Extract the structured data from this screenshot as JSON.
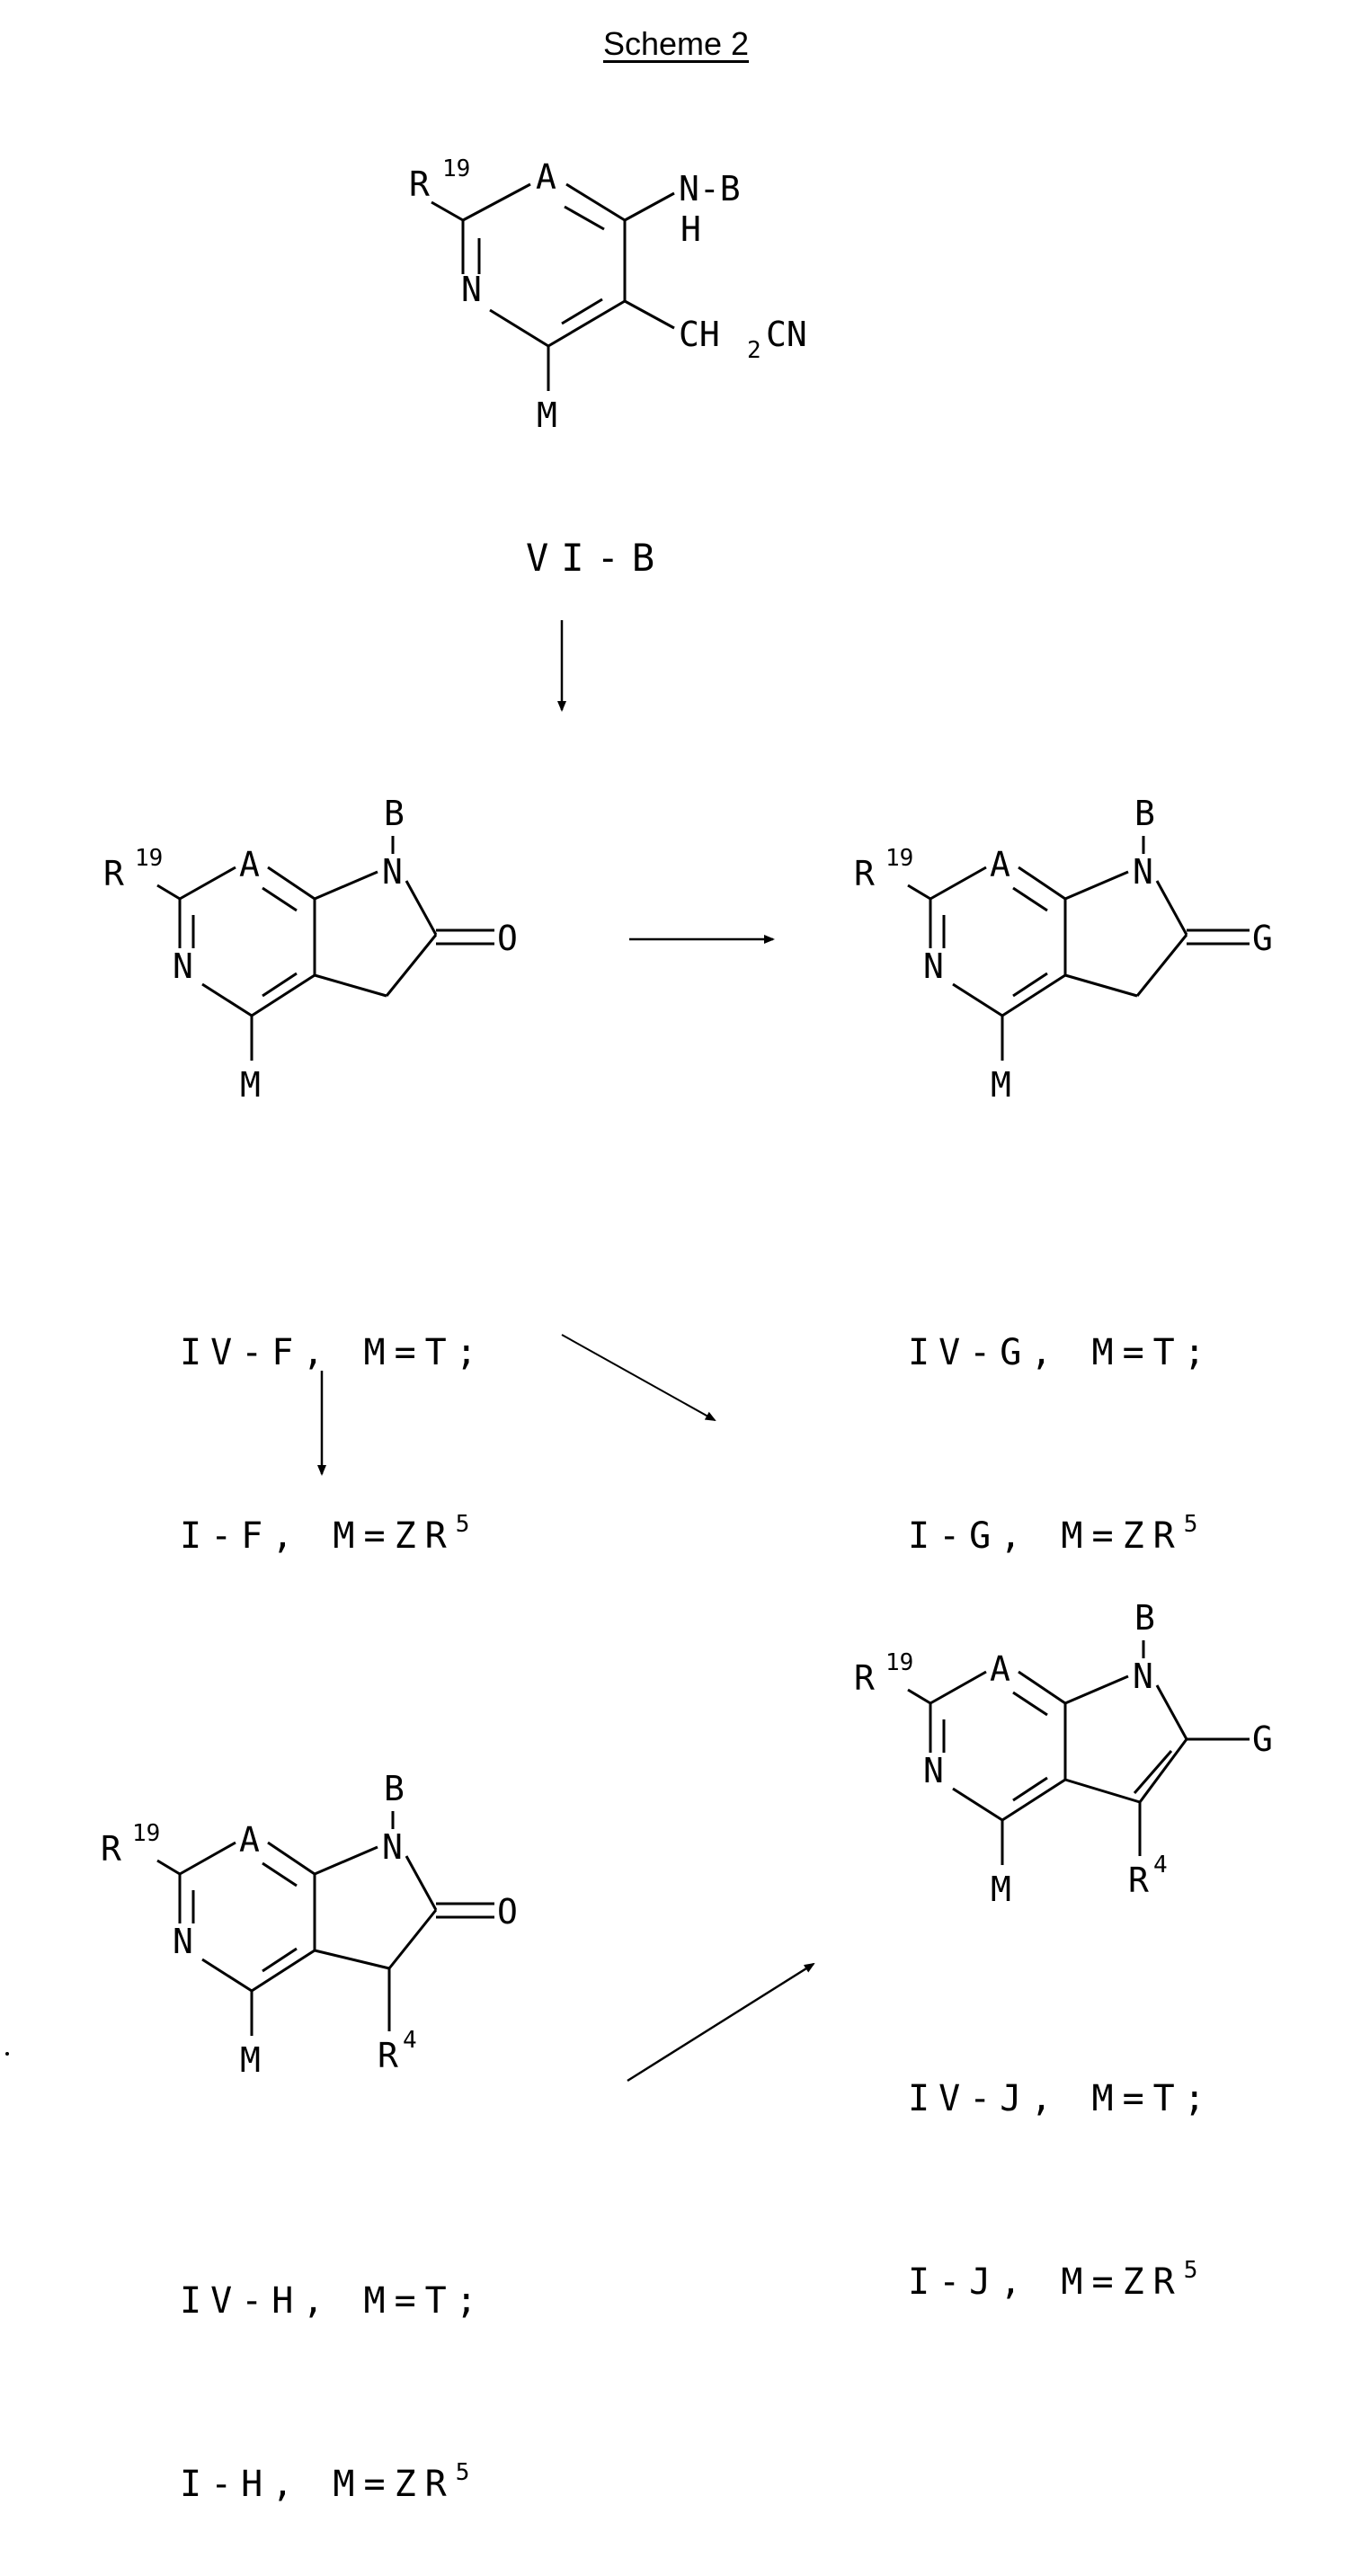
{
  "title": "Scheme 2",
  "compounds": {
    "vi_b": {
      "label": "VI-B",
      "substituents": {
        "r19": "R",
        "r19_sup": "19",
        "ring_a": "A",
        "ring_n": "N",
        "nh": "N-B",
        "h": "H",
        "ch2cn_a": "CH",
        "ch2cn_sub": "2",
        "ch2cn_b": "CN",
        "m": "M"
      }
    },
    "f": {
      "line1": "IV-F, M=T;",
      "line2_pre": "I-F, M=ZR",
      "line2_sup": "5",
      "substituents": {
        "r19": "R",
        "r19_sup": "19",
        "ring_a": "A",
        "ring_n": "N",
        "n": "N",
        "b": "B",
        "o": "O",
        "m": "M"
      }
    },
    "g": {
      "line1": "IV-G, M=T;",
      "line2_pre": "I-G, M=ZR",
      "line2_sup": "5",
      "substituents": {
        "r19": "R",
        "r19_sup": "19",
        "ring_a": "A",
        "ring_n": "N",
        "n": "N",
        "b": "B",
        "g": "G",
        "m": "M"
      }
    },
    "h": {
      "line1": "IV-H, M=T;",
      "line2_pre": "I-H, M=ZR",
      "line2_sup": "5",
      "substituents": {
        "r19": "R",
        "r19_sup": "19",
        "ring_a": "A",
        "ring_n": "N",
        "n": "N",
        "b": "B",
        "o": "O",
        "m": "M",
        "r4": "R",
        "r4_sup": "4"
      }
    },
    "j": {
      "line1": "IV-J, M=T;",
      "line2_pre": "I-J, M=ZR",
      "line2_sup": "5",
      "substituents": {
        "r19": "R",
        "r19_sup": "19",
        "ring_a": "A",
        "ring_n": "N",
        "n": "N",
        "b": "B",
        "g": "G",
        "m": "M",
        "r4": "R",
        "r4_sup": "4"
      }
    }
  },
  "arrows": [
    {
      "from": "VI-B",
      "to": "F"
    },
    {
      "from": "F",
      "to": "G"
    },
    {
      "from": "F",
      "to": "H"
    },
    {
      "from": "F",
      "to": "J"
    },
    {
      "from": "H",
      "to": "J"
    }
  ]
}
